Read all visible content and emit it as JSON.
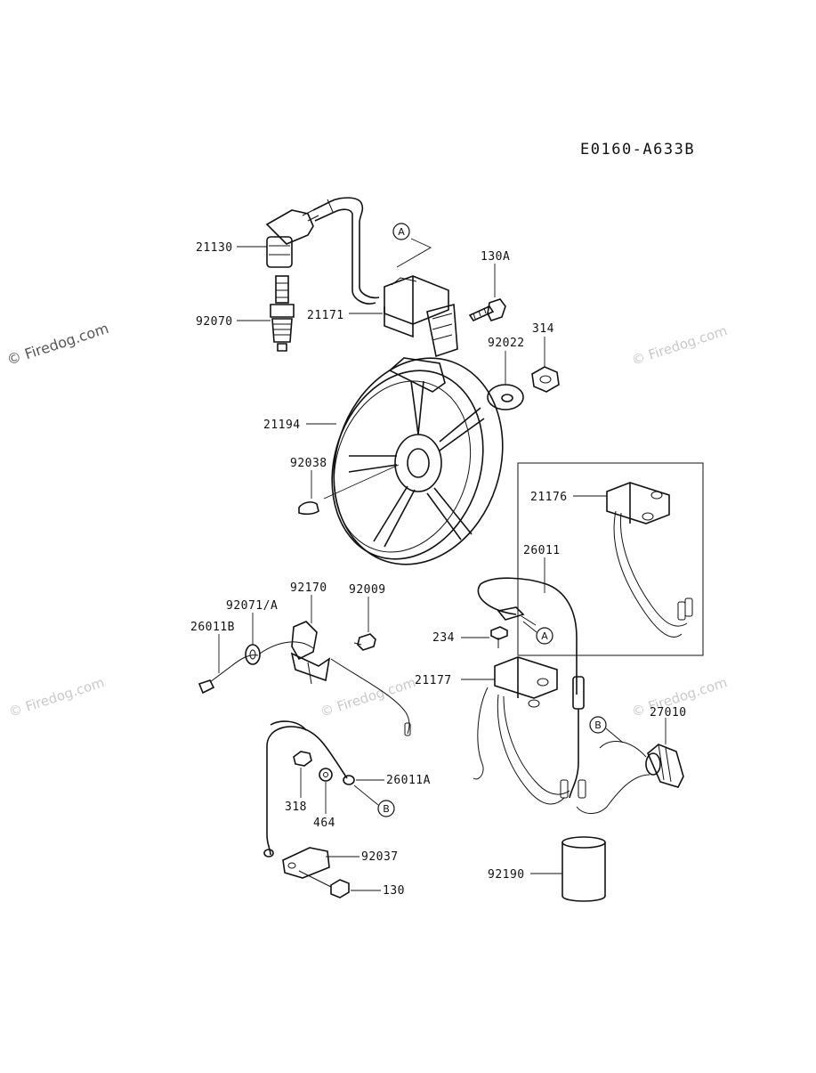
{
  "diagram": {
    "code": "E0160-A633B",
    "watermark": "© Firedog.com",
    "parts": {
      "p21130": "21130",
      "p92070": "92070",
      "p21171": "21171",
      "p130A": "130A",
      "p92022": "92022",
      "p314": "314",
      "p21194": "21194",
      "p92038": "92038",
      "p21176": "21176",
      "p26011": "26011",
      "p92170": "92170",
      "p92009": "92009",
      "p92071A": "92071/A",
      "p26011B": "26011B",
      "p234": "234",
      "p21177": "21177",
      "p27010": "27010",
      "p26011A": "26011A",
      "p318": "318",
      "p464": "464",
      "p92037": "92037",
      "p130": "130",
      "p92190": "92190"
    },
    "refs": {
      "A": "A",
      "B": "B"
    }
  }
}
